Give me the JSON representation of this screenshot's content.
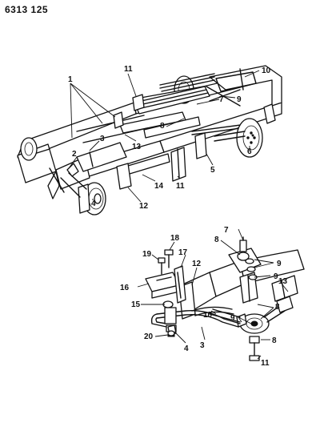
{
  "figure_code": "6313 125",
  "top_view": {
    "callouts": [
      "1",
      "11",
      "10",
      "7",
      "9",
      "8",
      "2",
      "3",
      "13",
      "6",
      "5",
      "11",
      "14",
      "12",
      "4"
    ]
  },
  "detail_view": {
    "callouts": [
      "18",
      "7",
      "19",
      "17",
      "8",
      "9",
      "12",
      "16",
      "9",
      "13",
      "15",
      "8",
      "10",
      "9",
      "8",
      "20",
      "4",
      "3",
      "11"
    ]
  }
}
